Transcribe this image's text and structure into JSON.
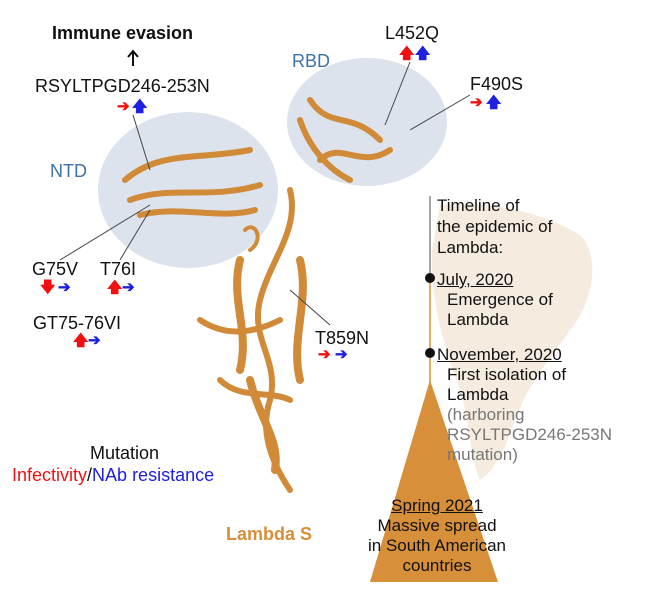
{
  "title": "Immune evasion",
  "domains": {
    "ntd": "NTD",
    "rbd": "RBD"
  },
  "mutations": {
    "rsyltpgd": "RSYLTPGD246-253N",
    "l452q": "L452Q",
    "f490s": "F490S",
    "g75v": "G75V",
    "t76i": "T76I",
    "gt75": "GT75-76VI",
    "t859n": "T859N"
  },
  "legend": {
    "title": "Mutation",
    "infectivity": "Infectivity",
    "slash": "/",
    "nab": "NAb resistance"
  },
  "protein_label": "Lambda S",
  "timeline": {
    "header": [
      "Timeline of",
      "the epidemic of",
      "Lambda:"
    ],
    "event1": {
      "date": "July, 2020",
      "lines": [
        "Emergence of",
        "Lambda"
      ]
    },
    "event2": {
      "date": "November, 2020",
      "lines": [
        "First isolation of",
        "Lambda"
      ],
      "note": [
        "(harboring",
        "RSYLTPGD246-253N",
        "mutation)"
      ]
    },
    "event3": {
      "date": "Spring 2021",
      "lines": [
        "Massive spread",
        "in South American",
        "countries"
      ]
    }
  },
  "colors": {
    "infectivity": "#f01010",
    "nab": "#2020e0",
    "protein": "#d88f3a",
    "domain_label": "#3f72a6"
  }
}
